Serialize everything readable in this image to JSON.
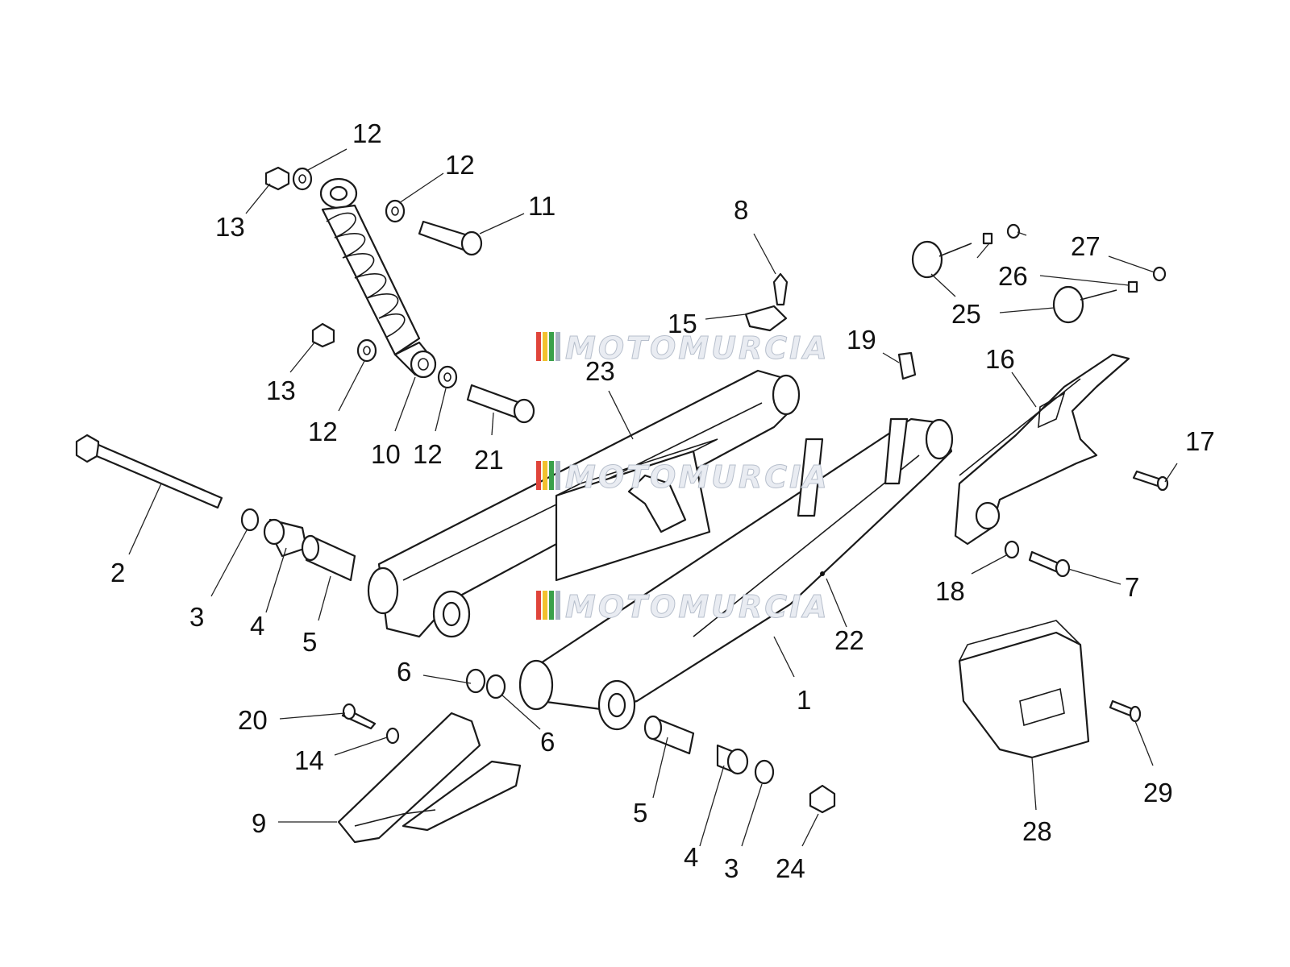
{
  "watermark": {
    "text": "MOTOMURCIA",
    "stripe_colors": [
      "#e0443a",
      "#f2c12e",
      "#3aa04a",
      "#a9b3c4"
    ]
  },
  "callouts": [
    {
      "label": "12"
    },
    {
      "label": "12"
    },
    {
      "label": "13"
    },
    {
      "label": "11"
    },
    {
      "label": "8"
    },
    {
      "label": "27"
    },
    {
      "label": "26"
    },
    {
      "label": "25"
    },
    {
      "label": "15"
    },
    {
      "label": "19"
    },
    {
      "label": "16"
    },
    {
      "label": "23"
    },
    {
      "label": "13"
    },
    {
      "label": "12"
    },
    {
      "label": "10"
    },
    {
      "label": "12"
    },
    {
      "label": "21"
    },
    {
      "label": "17"
    },
    {
      "label": "2"
    },
    {
      "label": "3"
    },
    {
      "label": "4"
    },
    {
      "label": "5"
    },
    {
      "label": "18"
    },
    {
      "label": "7"
    },
    {
      "label": "22"
    },
    {
      "label": "1"
    },
    {
      "label": "6"
    },
    {
      "label": "6"
    },
    {
      "label": "20"
    },
    {
      "label": "14"
    },
    {
      "label": "9"
    },
    {
      "label": "5"
    },
    {
      "label": "4"
    },
    {
      "label": "3"
    },
    {
      "label": "24"
    },
    {
      "label": "28"
    },
    {
      "label": "29"
    }
  ]
}
